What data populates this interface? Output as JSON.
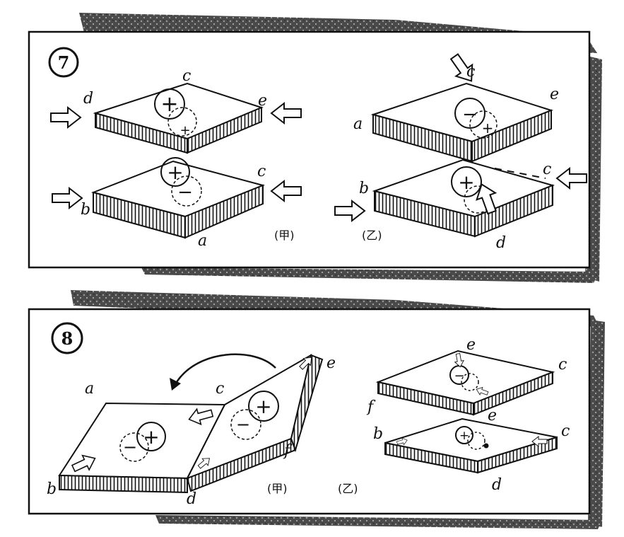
{
  "figure7": {
    "number": "7",
    "caption_left": "(甲)",
    "caption_right": "(乙)",
    "left_labels": {
      "top_back": "c",
      "top_left": "d",
      "top_right": "e",
      "bottom_right": "c",
      "bottom_left": "b",
      "bottom_front": "a"
    },
    "right_labels": {
      "top_back": "c",
      "top_right": "e",
      "top_left": "a",
      "bottom_left": "b",
      "bottom_right": "c",
      "bottom_front": "d"
    },
    "charges": {
      "plus": "+",
      "minus": "−"
    }
  },
  "figure8": {
    "number": "8",
    "caption_left": "(甲)",
    "caption_right": "(乙)",
    "left_labels": {
      "a": "a",
      "c": "c",
      "e": "e",
      "f": "f",
      "b": "b",
      "d": "d"
    },
    "right_labels": {
      "top_e": "e",
      "top_c": "c",
      "top_f": "f",
      "bottom_e": "e",
      "bottom_b": "b",
      "bottom_c": "c",
      "bottom_d": "d"
    },
    "charges": {
      "plus": "+",
      "minus": "−"
    }
  },
  "colors": {
    "ink": "#111111",
    "paper": "#ffffff",
    "shadow": "#3a3a3a"
  }
}
